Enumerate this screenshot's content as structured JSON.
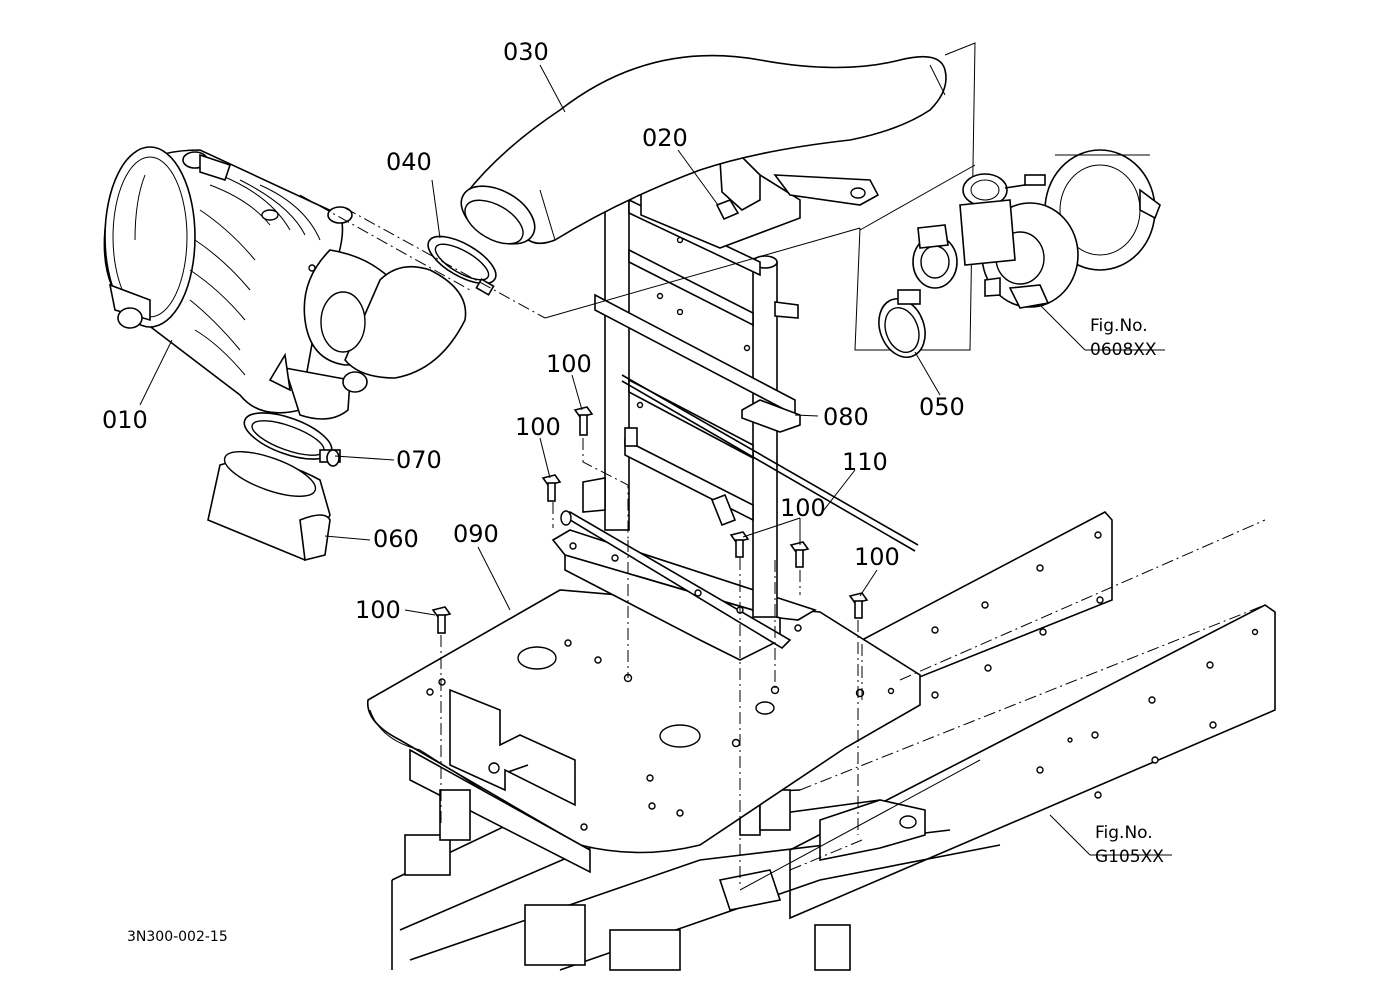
{
  "diagram": {
    "drawing_code": "3N300-002-15",
    "part_labels": {
      "p010": "010",
      "p020": "020",
      "p030": "030",
      "p040": "040",
      "p050": "050",
      "p060": "060",
      "p070": "070",
      "p080": "080",
      "p090": "090",
      "p110": "110",
      "p100": "100"
    },
    "figure_refs": [
      {
        "prefix": "Fig.No.",
        "number": "0608XX"
      },
      {
        "prefix": "Fig.No.",
        "number": "G105XX"
      }
    ]
  }
}
